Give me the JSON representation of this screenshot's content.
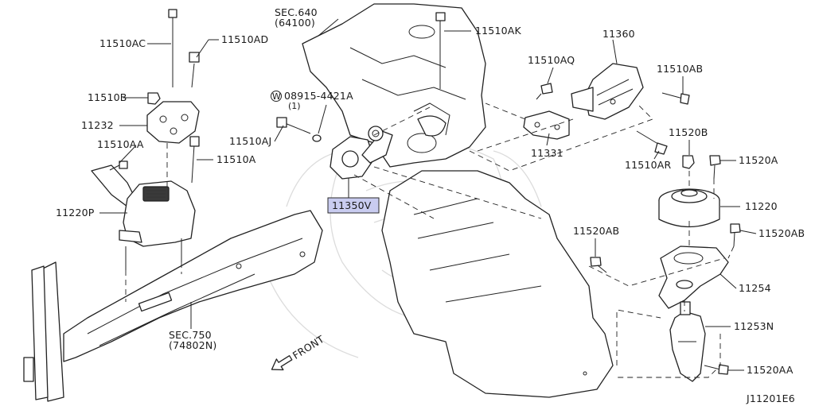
{
  "diagram": {
    "drawing_code": "J11201E6",
    "highlighted_part": "11350V",
    "front_label": "FRONT",
    "sections": [
      {
        "name": "SEC.640",
        "ref": "(64100)"
      },
      {
        "name": "SEC.750",
        "ref": "(74802N)"
      }
    ],
    "washer": {
      "symbol": "W",
      "code": "08915-4421A",
      "qty": "(1)"
    },
    "labels": [
      "11510AC",
      "11510AD",
      "11510B",
      "11232",
      "11510AA",
      "11510A",
      "11220P",
      "11510AJ",
      "11510AK",
      "11510AQ",
      "11360",
      "11510AB",
      "11331",
      "11510AR",
      "11520B",
      "11520A",
      "11220",
      "11520AB",
      "11520AB",
      "11254",
      "11253N",
      "11520AA"
    ]
  }
}
